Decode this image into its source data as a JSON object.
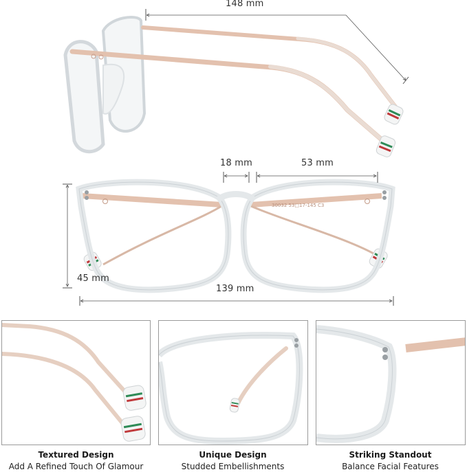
{
  "dimensions": {
    "temple_length": "148 mm",
    "bridge_width": "18 mm",
    "lens_width": "53 mm",
    "lens_height": "45 mm",
    "frame_width": "139 mm"
  },
  "temple_imprint": "30032 53□17-145 C3",
  "colors": {
    "frame_clear": "#e9ecee",
    "frame_edge": "#c9cfd3",
    "temple_rose_gold": "#e3c1ae",
    "temple_shadow": "#c79a85",
    "tip_green": "#2e8b57",
    "tip_red": "#c0393b",
    "dimension_line": "#555555",
    "panel_border": "#9a9a9a"
  },
  "features": [
    {
      "title": "Textured Design",
      "subtitle": "Add A Refined Touch Of Glamour",
      "icon": "temple-tip-detail-image"
    },
    {
      "title": "Unique Design",
      "subtitle": "Studded Embellishments",
      "icon": "lens-frame-detail-image"
    },
    {
      "title": "Striking Standout",
      "subtitle": "Balance Facial Features",
      "icon": "hinge-stud-detail-image"
    }
  ]
}
